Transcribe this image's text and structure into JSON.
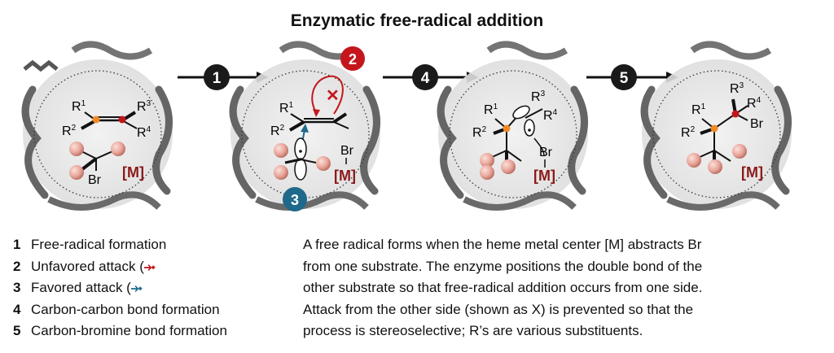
{
  "title": "Enzymatic free-radical addition",
  "steps": [
    {
      "number": "1",
      "label": "Free-radical formation"
    },
    {
      "number": "2",
      "label": "Unfavored attack (",
      "glyph": "⤞",
      "glyph_color": "#c4161c"
    },
    {
      "number": "3",
      "label": "Favored attack (",
      "glyph": "⤞",
      "glyph_color": "#1f6a8a"
    },
    {
      "number": "4",
      "label": "Carbon-carbon bond formation"
    },
    {
      "number": "5",
      "label": "Carbon-bromine bond formation"
    }
  ],
  "description_lines": [
    "A free radical forms when the heme metal center [M] abstracts Br",
    "from one substrate. The enzyme positions the double bond of the",
    "other substrate so that free-radical addition occurs from one side.",
    "Attack from the other side (shown as X) is prevented so that the",
    "process is stereoselective; R’s are various substituents."
  ],
  "diagram": {
    "arrow_steps": [
      "1",
      "4",
      "5"
    ],
    "unfavored_step": "2",
    "favored_step": "3",
    "x_mark": "✕",
    "metal_label": "[M]",
    "atom_labels": {
      "r1": "R",
      "r2": "R",
      "r3": "R",
      "r4": "R",
      "br": "Br"
    },
    "superscripts": {
      "r1": "1",
      "r2": "2",
      "r3": "3",
      "r4": "4"
    }
  },
  "colors": {
    "metal": "#8b1a1a",
    "step_black": "#1a1a1a",
    "unfavored_red": "#c4161c",
    "favored_blue": "#1f6a8a",
    "carbon_orange": "#f08a24",
    "carbon_red": "#c0151b",
    "sphere": "#e8a59a",
    "protein": "#555555"
  }
}
